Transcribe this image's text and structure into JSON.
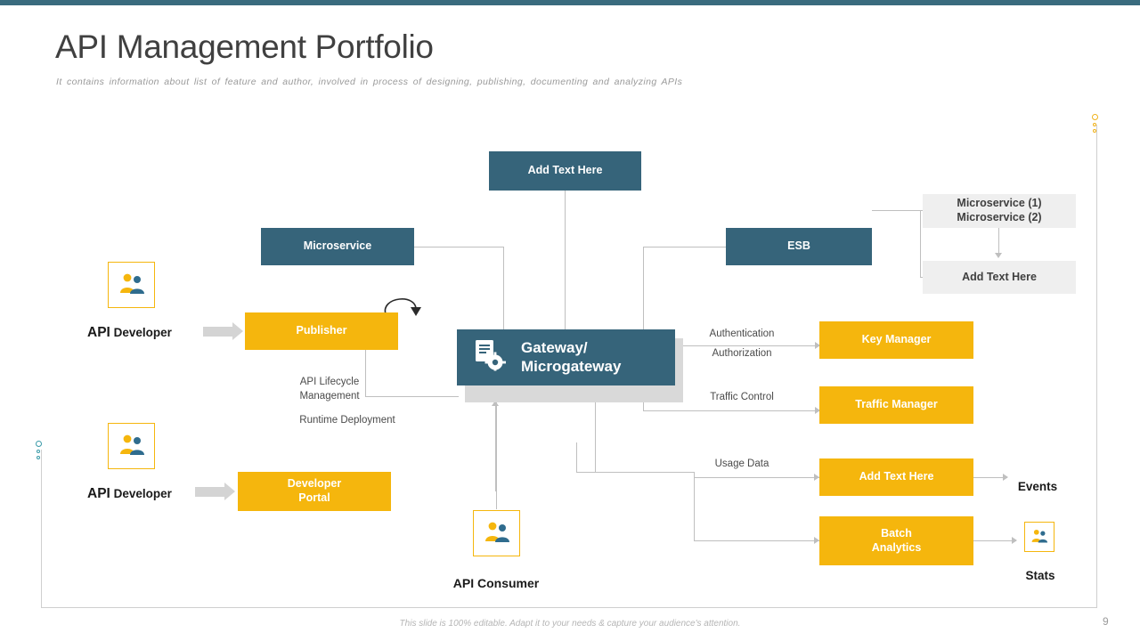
{
  "slide": {
    "title": "API Management Portfolio",
    "subtitle": "It contains information about  list of feature and author, involved in process of designing, publishing, documenting and analyzing APIs",
    "footer": "This slide is 100% editable. Adapt it to your needs & capture your audience's attention.",
    "page_number": "9"
  },
  "nodes": {
    "add_text_top": "Add Text Here",
    "microservice": "Microservice",
    "esb": "ESB",
    "microservice_list": "Microservice (1)\nMicroservice (2)",
    "microservice_1": "Microservice (1)",
    "microservice_2": "Microservice (2)",
    "add_text_right": "Add Text Here",
    "publisher": "Publisher",
    "gateway_line1": "Gateway/",
    "gateway_line2": "Microgateway",
    "key_manager": "Key Manager",
    "traffic_manager": "Traffic Manager",
    "add_text_usage": "Add Text Here",
    "batch_analytics_line1": "Batch",
    "batch_analytics_line2": "Analytics",
    "developer_portal_line1": "Developer",
    "developer_portal_line2": "Portal"
  },
  "labels": {
    "api_lifecycle_line1": "API Lifecycle",
    "api_lifecycle_line2": "Management",
    "runtime_deployment": "Runtime Deployment",
    "authentication": "Authentication",
    "authorization": "Authorization",
    "traffic_control": "Traffic Control",
    "usage_data": "Usage Data",
    "events": "Events",
    "stats": "Stats",
    "api_consumer": "API Consumer",
    "api_developer_top_1": "API",
    "api_developer_top_2": " Developer",
    "api_developer_bottom_1": "API",
    "api_developer_bottom_2": " Developer"
  },
  "colors": {
    "accent_blue": "#36647a",
    "accent_amber": "#f5b60d",
    "line_grey": "#bfbfbf",
    "panel_grey": "#efefef",
    "top_bar": "#3a6b7e"
  },
  "icons": {
    "gateway": "server-document-icon",
    "person": "user-group-icon",
    "consumer": "user-group-icon",
    "stats": "user-group-icon"
  }
}
